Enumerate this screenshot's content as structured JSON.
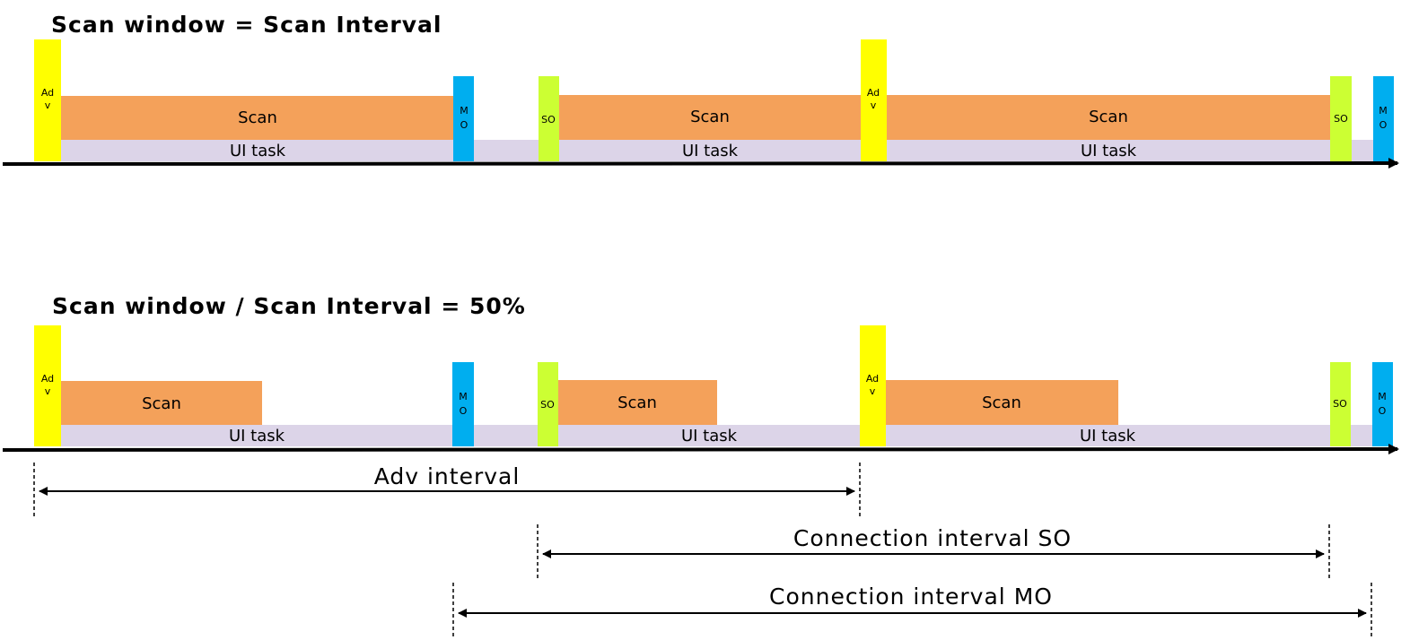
{
  "colors": {
    "adv": "#ffff00",
    "scan": "#f4a15a",
    "ui": "#dcd4e8",
    "mo": "#00aeef",
    "so": "#ccff33",
    "axis": "#000000"
  },
  "panels": [
    {
      "title": "Scan window = Scan Interval",
      "blocks": [
        {
          "kind": "adv",
          "lines": [
            "Ad",
            "v"
          ]
        },
        {
          "kind": "scan",
          "label": "Scan"
        },
        {
          "kind": "ui",
          "label": "UI task"
        },
        {
          "kind": "mo",
          "lines": [
            "M",
            "O"
          ]
        },
        {
          "kind": "so",
          "lines": [
            "SO"
          ]
        },
        {
          "kind": "scan",
          "label": "Scan"
        },
        {
          "kind": "ui",
          "label": "UI task"
        },
        {
          "kind": "adv",
          "lines": [
            "Ad",
            "v"
          ]
        },
        {
          "kind": "scan",
          "label": "Scan"
        },
        {
          "kind": "ui",
          "label": "UI task"
        },
        {
          "kind": "so",
          "lines": [
            "SO"
          ]
        },
        {
          "kind": "mo",
          "lines": [
            "M",
            "O"
          ]
        }
      ]
    },
    {
      "title": "Scan window / Scan Interval = 50%",
      "blocks": [
        {
          "kind": "adv",
          "lines": [
            "Ad",
            "v"
          ]
        },
        {
          "kind": "scan",
          "label": "Scan"
        },
        {
          "kind": "ui",
          "label": "UI task"
        },
        {
          "kind": "mo",
          "lines": [
            "M",
            "O"
          ]
        },
        {
          "kind": "so",
          "lines": [
            "SO"
          ]
        },
        {
          "kind": "scan",
          "label": "Scan"
        },
        {
          "kind": "ui",
          "label": "UI task"
        },
        {
          "kind": "adv",
          "lines": [
            "Ad",
            "v"
          ]
        },
        {
          "kind": "scan",
          "label": "Scan"
        },
        {
          "kind": "ui",
          "label": "UI task"
        },
        {
          "kind": "so",
          "lines": [
            "SO"
          ]
        },
        {
          "kind": "mo",
          "lines": [
            "M",
            "O"
          ]
        }
      ]
    }
  ],
  "intervals": [
    {
      "label": "Adv interval"
    },
    {
      "label": "Connection interval SO"
    },
    {
      "label": "Connection interval MO"
    }
  ]
}
